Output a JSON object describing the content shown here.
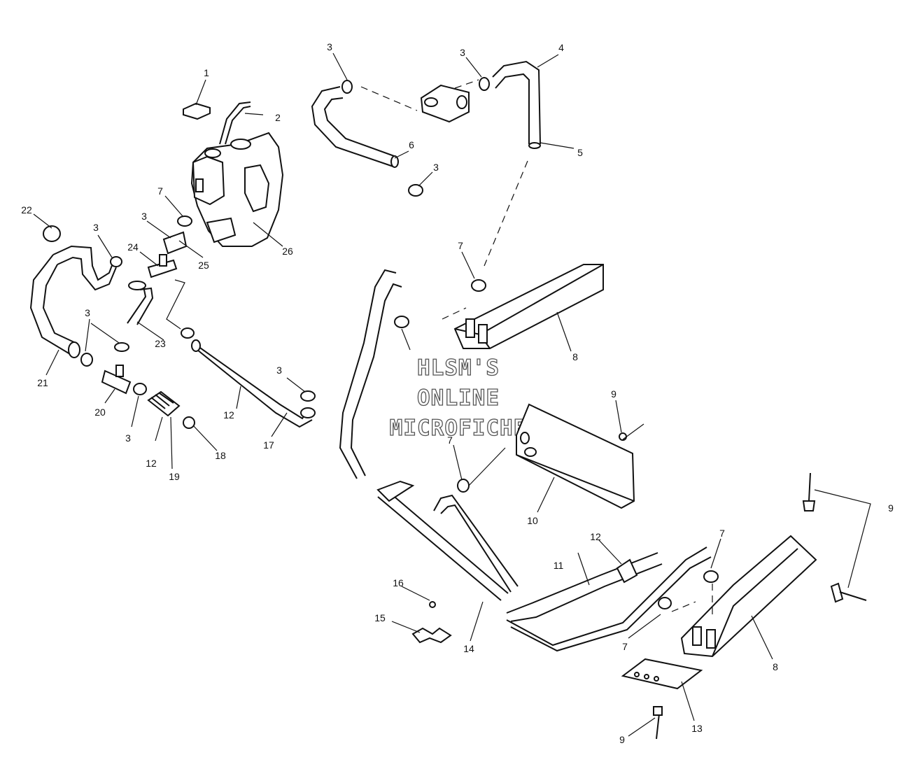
{
  "watermark": [
    "HLSM'S",
    "ONLINE",
    "MICROFICHE"
  ],
  "callouts": {
    "c1": "1",
    "c2": "2",
    "c3a": "3",
    "c3b": "3",
    "c3c": "3",
    "c3d": "3",
    "c3e": "3",
    "c3f": "3",
    "c3g": "3",
    "c3h": "3",
    "c4": "4",
    "c5": "5",
    "c6": "6",
    "c7a": "7",
    "c7b": "7",
    "c7c": "7",
    "c7d": "7",
    "c7e": "7",
    "c8a": "8",
    "c8b": "8",
    "c9a": "9",
    "c9b": "9",
    "c9c": "9",
    "c10": "10",
    "c11": "11",
    "c12a": "12",
    "c12b": "12",
    "c12c": "12",
    "c13": "13",
    "c14": "14",
    "c15": "15",
    "c16": "16",
    "c17": "17",
    "c18": "18",
    "c19": "19",
    "c20": "20",
    "c21": "21",
    "c22": "22",
    "c23": "23",
    "c24": "24",
    "c25": "25",
    "c26": "26"
  }
}
